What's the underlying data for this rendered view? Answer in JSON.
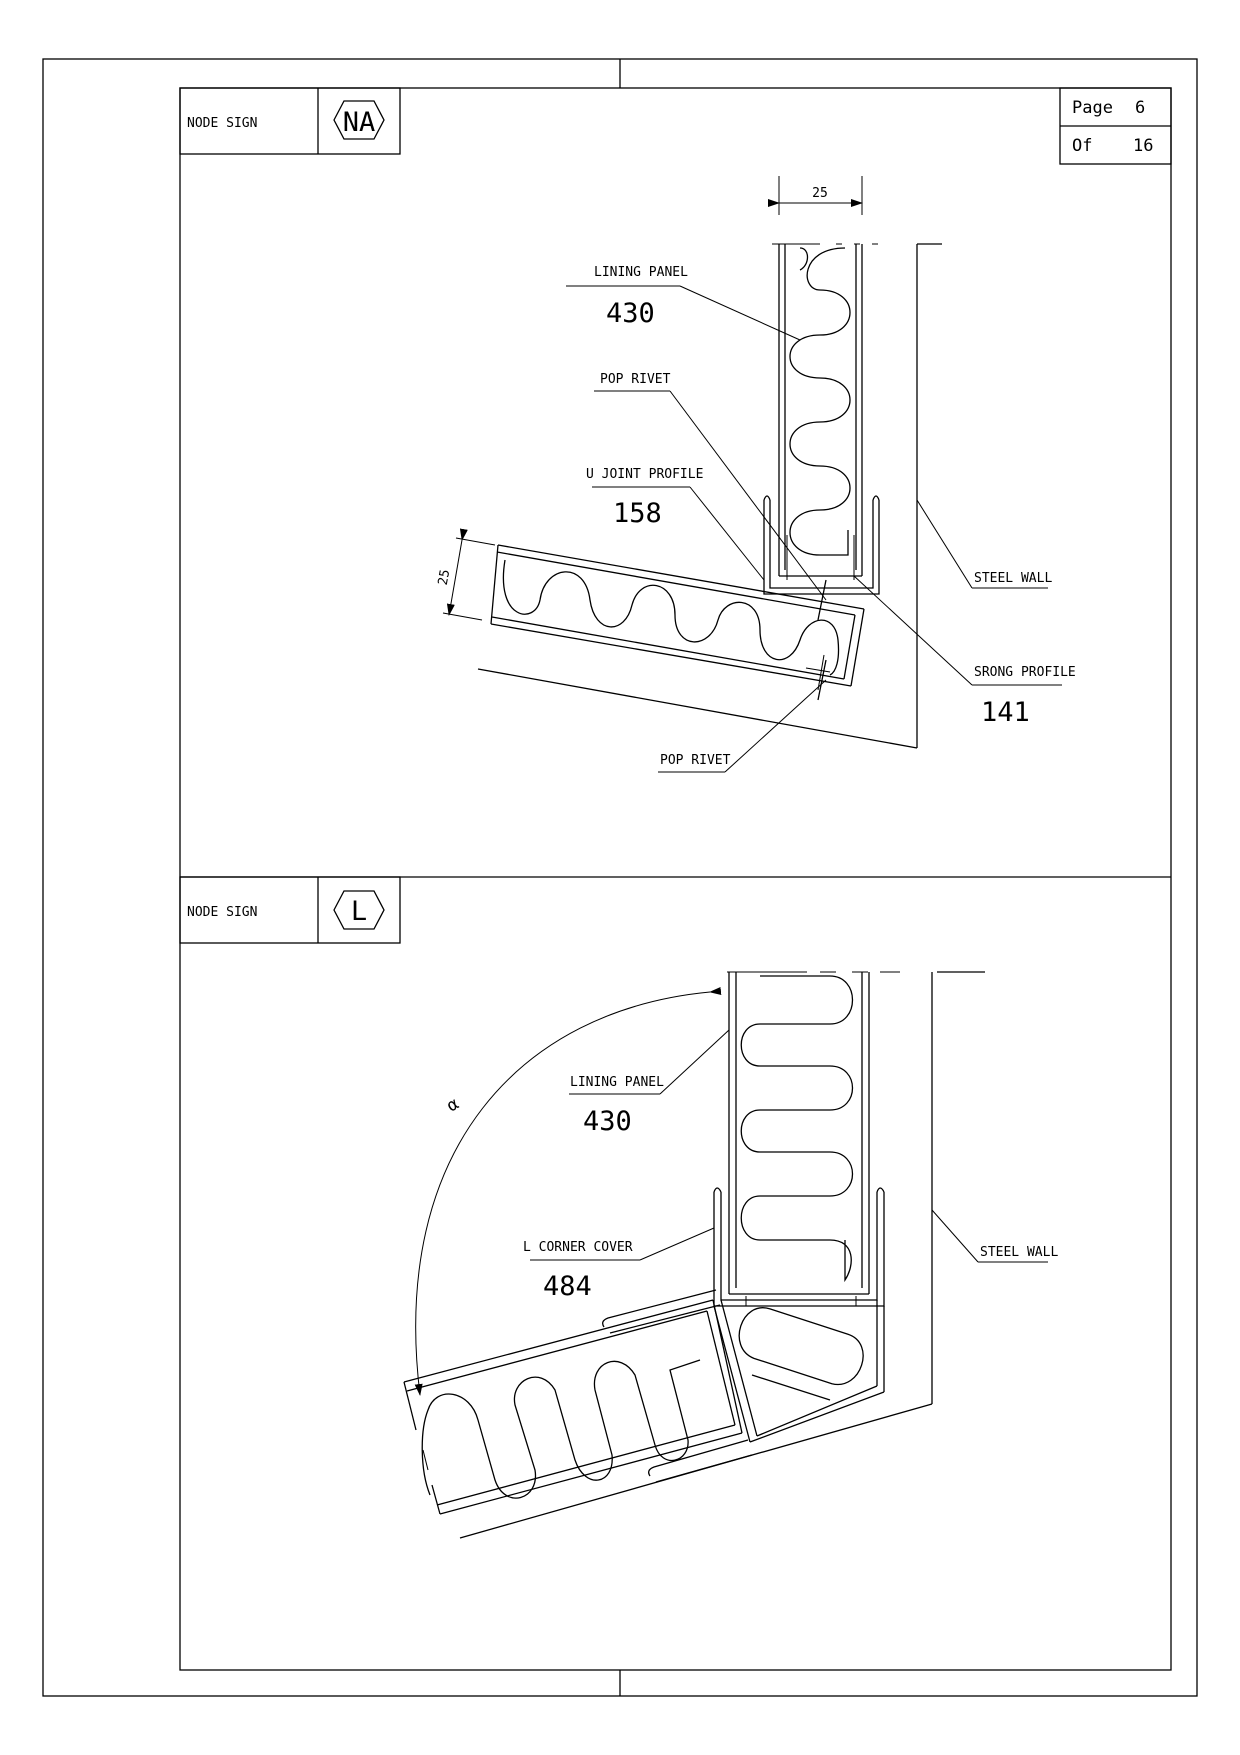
{
  "sheet": {
    "page_label": "Page",
    "page_number": "6",
    "of_label": "Of",
    "page_total": "16"
  },
  "top_detail": {
    "node_sign_label": "NODE SIGN",
    "node_code": "NA",
    "dim_top": "25",
    "dim_left": "25",
    "callouts": {
      "lining_panel": {
        "label": "LINING PANEL",
        "code": "430"
      },
      "pop_rivet_top": {
        "label": "POP RIVET"
      },
      "u_joint": {
        "label": "U JOINT PROFILE",
        "code": "158"
      },
      "steel_wall": {
        "label": "STEEL WALL"
      },
      "srong_profile": {
        "label": "SRONG PROFILE",
        "code": "141"
      },
      "pop_rivet_bottom": {
        "label": "POP RIVET"
      }
    }
  },
  "bottom_detail": {
    "node_sign_label": "NODE SIGN",
    "node_code": "L",
    "angle_symbol": "α",
    "callouts": {
      "lining_panel": {
        "label": "LINING PANEL",
        "code": "430"
      },
      "corner_cover": {
        "label": "L CORNER COVER",
        "code": "484"
      },
      "steel_wall": {
        "label": "STEEL WALL"
      }
    }
  }
}
